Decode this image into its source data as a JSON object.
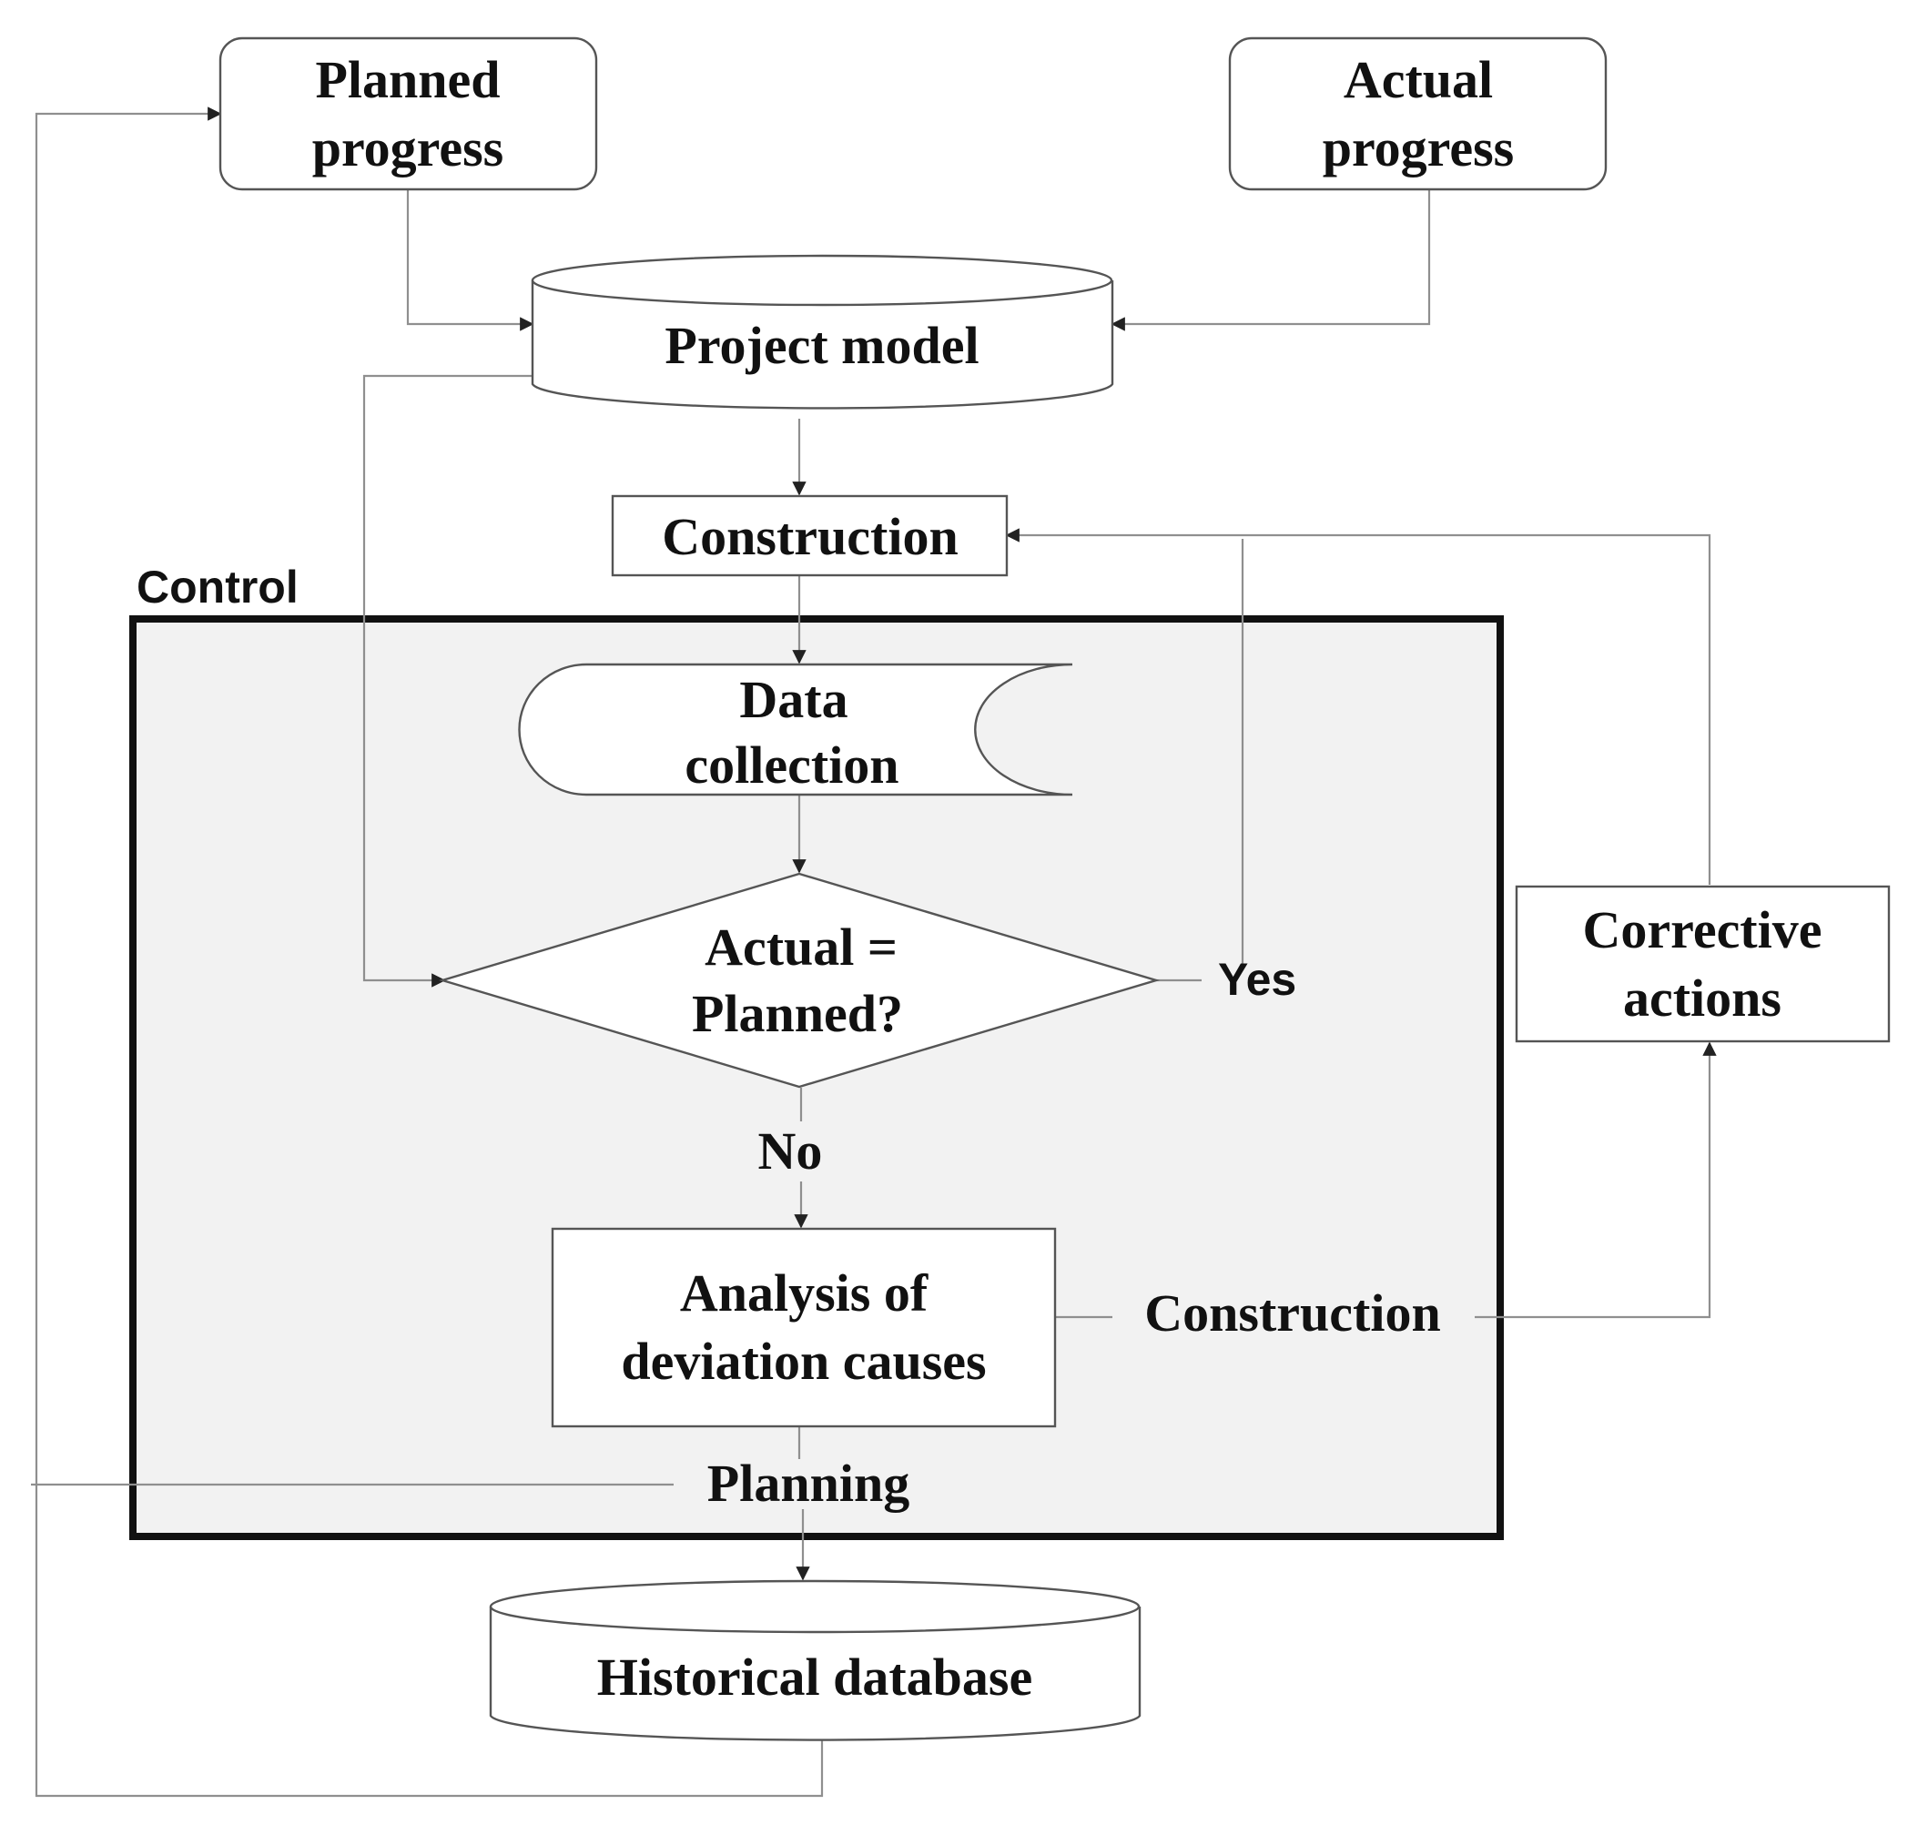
{
  "colors": {
    "background": "#ffffff",
    "control_fill": "#f2f2f2",
    "control_border": "#111111",
    "line": "#8f8f8f",
    "text": "#111111"
  },
  "nodes": {
    "planned_progress": [
      "Planned",
      "progress"
    ],
    "actual_progress": [
      "Actual",
      "progress"
    ],
    "project_model": "Project model",
    "construction": "Construction",
    "data_collection": [
      "Data",
      "collection"
    ],
    "decision": [
      "Actual =",
      "Planned?"
    ],
    "analysis": [
      "Analysis of",
      "deviation causes"
    ],
    "corrective_actions": [
      "Corrective",
      "actions"
    ],
    "historical_database": "Historical database"
  },
  "group": {
    "control_label": "Control"
  },
  "edge_labels": {
    "yes": "Yes",
    "no": "No",
    "construction": "Construction",
    "planning": "Planning"
  }
}
